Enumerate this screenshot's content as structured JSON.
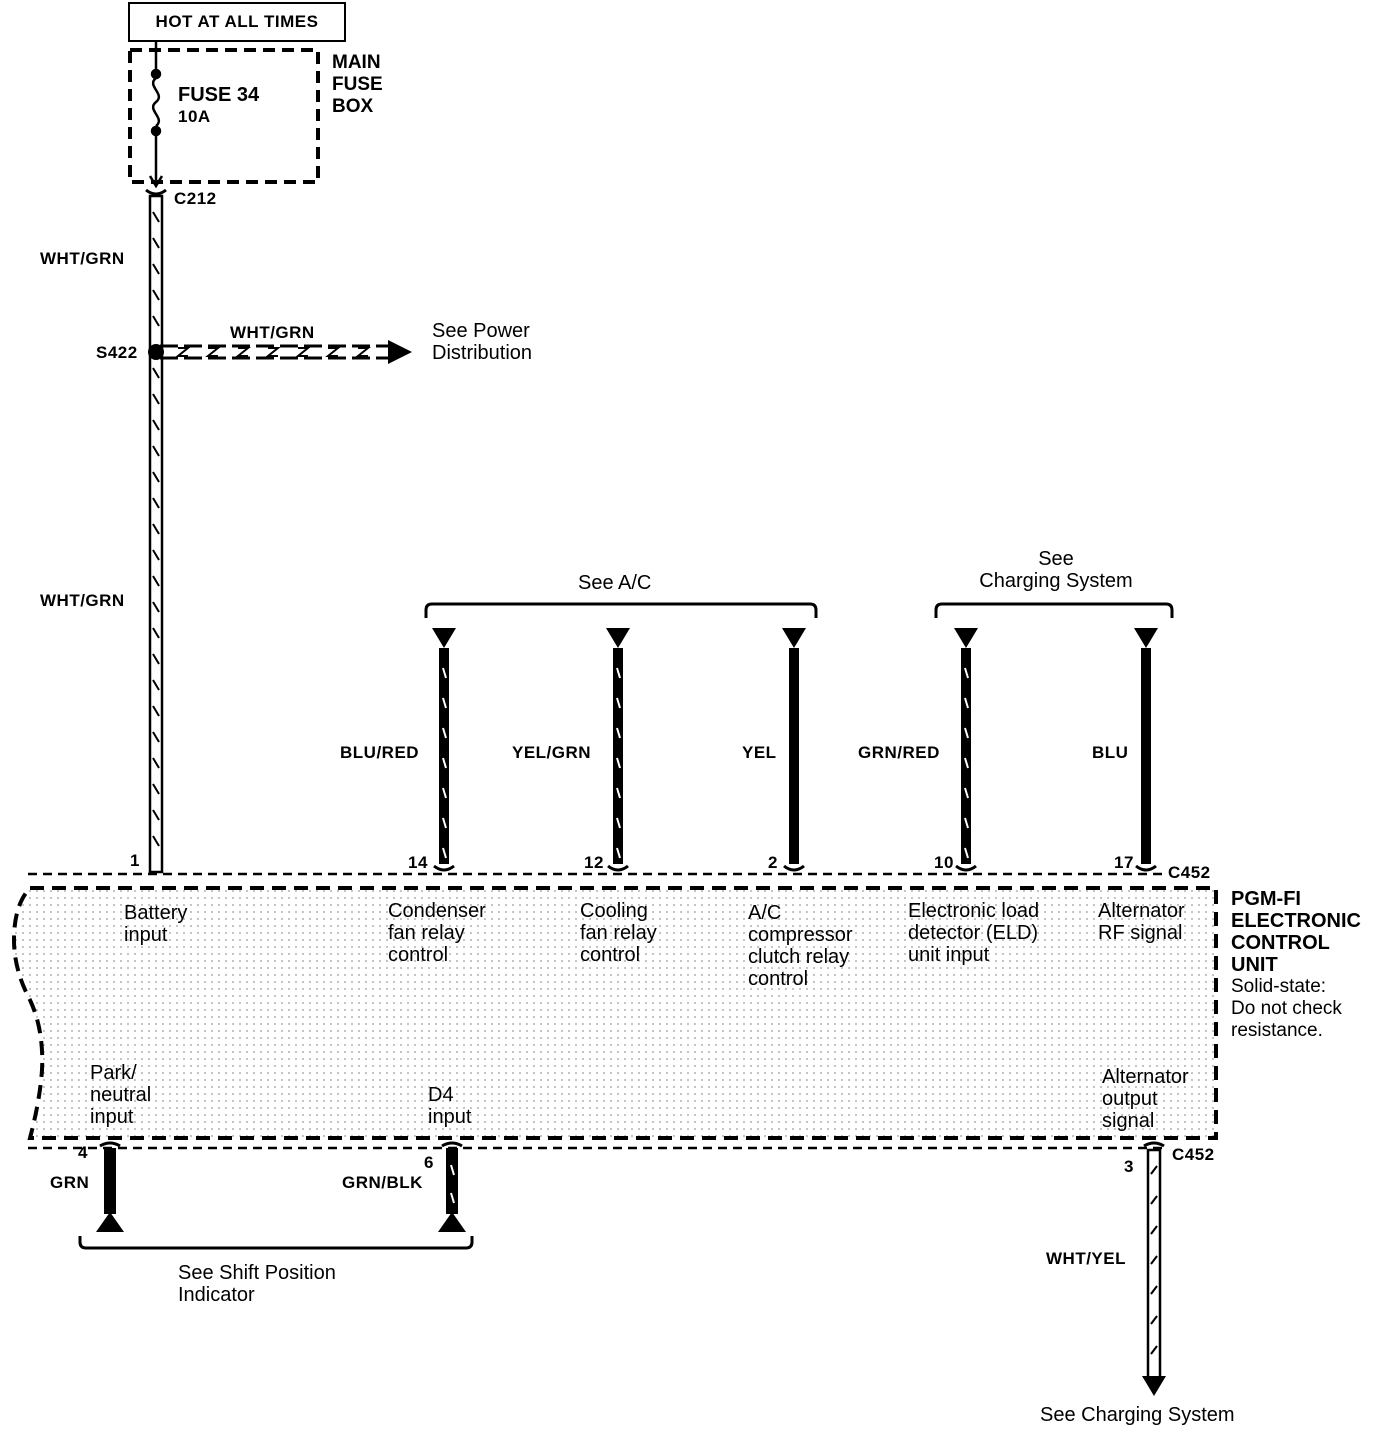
{
  "header": {
    "hot_label": "HOT AT ALL TIMES"
  },
  "fuse_box": {
    "name": "MAIN\nFUSE\nBOX",
    "fuse_label": "FUSE 34",
    "fuse_rating": "10A",
    "connector": "C212"
  },
  "supply": {
    "wire_upper": "WHT/GRN",
    "splice": "S422",
    "branch_wire": "WHT/GRN",
    "branch_ref": "See Power\nDistribution",
    "wire_lower": "WHT/GRN"
  },
  "groups": {
    "ac": "See A/C",
    "charging_top": "See\nCharging System",
    "shift": "See Shift Position\nIndicator",
    "charging_bottom": "See Charging System"
  },
  "ecu": {
    "title": "PGM-FI\nELECTRONIC\nCONTROL\nUNIT",
    "note": "Solid-state:\nDo not check\nresistance.",
    "connector_top": "C452",
    "connector_bottom": "C452"
  },
  "pins_top": [
    {
      "pin": "1",
      "wire": "",
      "function": "Battery\ninput"
    },
    {
      "pin": "14",
      "wire": "BLU/RED",
      "function": "Condenser\nfan relay\ncontrol"
    },
    {
      "pin": "12",
      "wire": "YEL/GRN",
      "function": "Cooling\nfan relay\ncontrol"
    },
    {
      "pin": "2",
      "wire": "YEL",
      "function": "A/C\ncompressor\nclutch relay\ncontrol"
    },
    {
      "pin": "10",
      "wire": "GRN/RED",
      "function": "Electronic load\ndetector (ELD)\nunit input"
    },
    {
      "pin": "17",
      "wire": "BLU",
      "function": "Alternator\nRF signal"
    }
  ],
  "pins_bottom": [
    {
      "pin": "4",
      "wire": "GRN",
      "function": "Park/\nneutral\ninput"
    },
    {
      "pin": "6",
      "wire": "GRN/BLK",
      "function": "D4\ninput"
    },
    {
      "pin": "3",
      "wire": "WHT/YEL",
      "function": "Alternator\noutput\nsignal"
    }
  ]
}
